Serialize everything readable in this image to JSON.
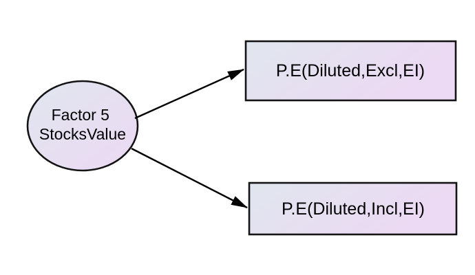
{
  "diagram": {
    "kind": "factor-model",
    "factor_node": {
      "shape": "ellipse",
      "line1": "Factor 5",
      "line2": "StocksValue"
    },
    "indicator_nodes": [
      {
        "shape": "rectangle",
        "label": "P.E(Diluted,Excl,EI)"
      },
      {
        "shape": "rectangle",
        "label": "P.E(Diluted,Incl,EI)"
      }
    ],
    "edges": [
      {
        "from": "Factor 5 StocksValue",
        "to": "P.E(Diluted,Excl,EI)",
        "style": "arrow"
      },
      {
        "from": "Factor 5 StocksValue",
        "to": "P.E(Diluted,Incl,EI)",
        "style": "arrow"
      }
    ],
    "colors": {
      "background": "#ffffff",
      "node_gradient_start": "#e0e6ee",
      "node_gradient_end": "#ecd9f3",
      "node_border": "#141414",
      "arrow": "#000000",
      "text": "#000000"
    }
  }
}
